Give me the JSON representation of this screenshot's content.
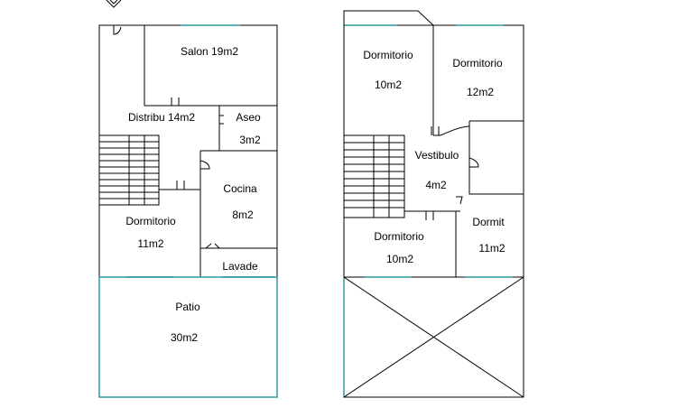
{
  "colors": {
    "wall": "#000000",
    "window": "#2e9a9a",
    "background": "#ffffff"
  },
  "icons": {
    "compass": "north-arrow-icon"
  },
  "ground_floor": {
    "salon": {
      "name": "Salon 19m2"
    },
    "distribuidor": {
      "name": "Distribu 14m2"
    },
    "aseo": {
      "name": "Aseo",
      "area": "3m2"
    },
    "cocina": {
      "name": "Cocina",
      "area": "8m2"
    },
    "dormitorio": {
      "name": "Dormitorio",
      "area": "11m2"
    },
    "lavadero": {
      "name": "Lavade"
    },
    "patio": {
      "name": "Patio",
      "area": "30m2"
    }
  },
  "upper_floor": {
    "dormitorio_1": {
      "name": "Dormitorio",
      "area": "10m2"
    },
    "dormitorio_2": {
      "name": "Dormitorio",
      "area": "12m2"
    },
    "vestibulo": {
      "name": "Vestibulo",
      "area": "4m2"
    },
    "dormitorio_3": {
      "name": "Dormitorio",
      "area": "10m2"
    },
    "dormitorio_4": {
      "name": "Dormit",
      "area": "11m2"
    }
  }
}
